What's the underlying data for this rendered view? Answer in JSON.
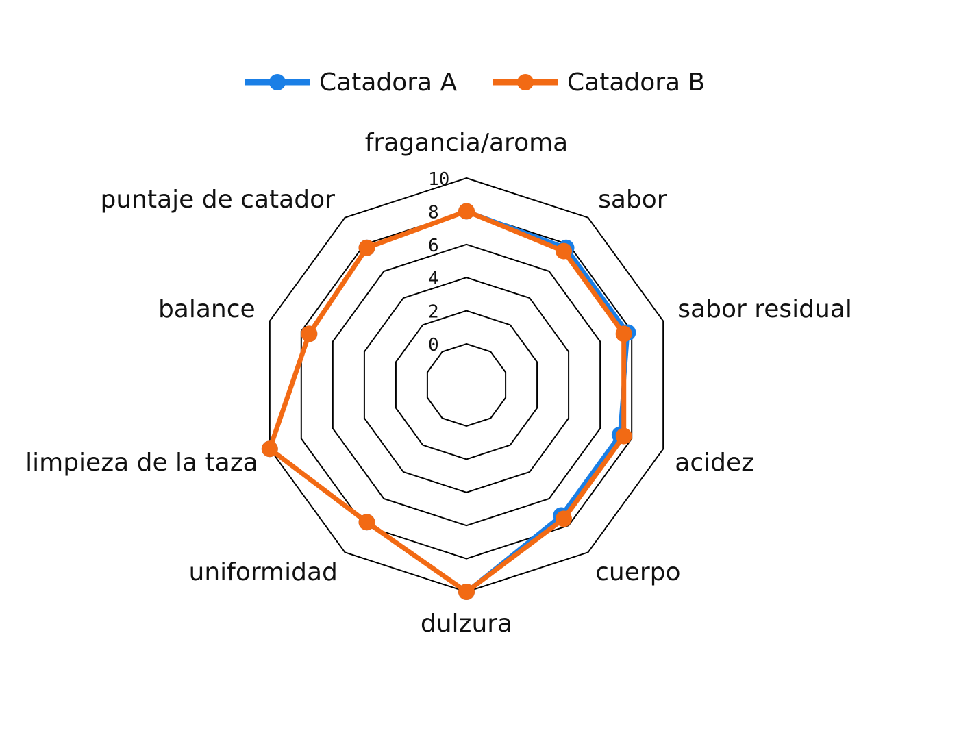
{
  "chart_data": {
    "type": "radar",
    "title": "",
    "axes": [
      "fragancia/aroma",
      "sabor",
      "sabor residual",
      "acidez",
      "cuerpo",
      "dulzura",
      "uniformidad",
      "limpieza de la taza",
      "balance",
      "puntaje de catador"
    ],
    "rlim": [
      0,
      10
    ],
    "ticks": [
      0,
      2,
      4,
      6,
      8,
      10
    ],
    "tick_labels": [
      "0",
      "2",
      "4",
      "6",
      "8",
      "10"
    ],
    "grid": true,
    "legend_position": "top",
    "series": [
      {
        "name": "Catadora A",
        "color": "#1a7fe6",
        "values": [
          8.0,
          7.75,
          7.75,
          7.25,
          7.25,
          10.0,
          7.75,
          10.0,
          7.5,
          7.75
        ]
      },
      {
        "name": "Catadora B",
        "color": "#f26a14",
        "values": [
          8.0,
          7.5,
          7.5,
          7.5,
          7.5,
          10.0,
          7.75,
          10.0,
          7.5,
          7.75
        ]
      }
    ]
  }
}
